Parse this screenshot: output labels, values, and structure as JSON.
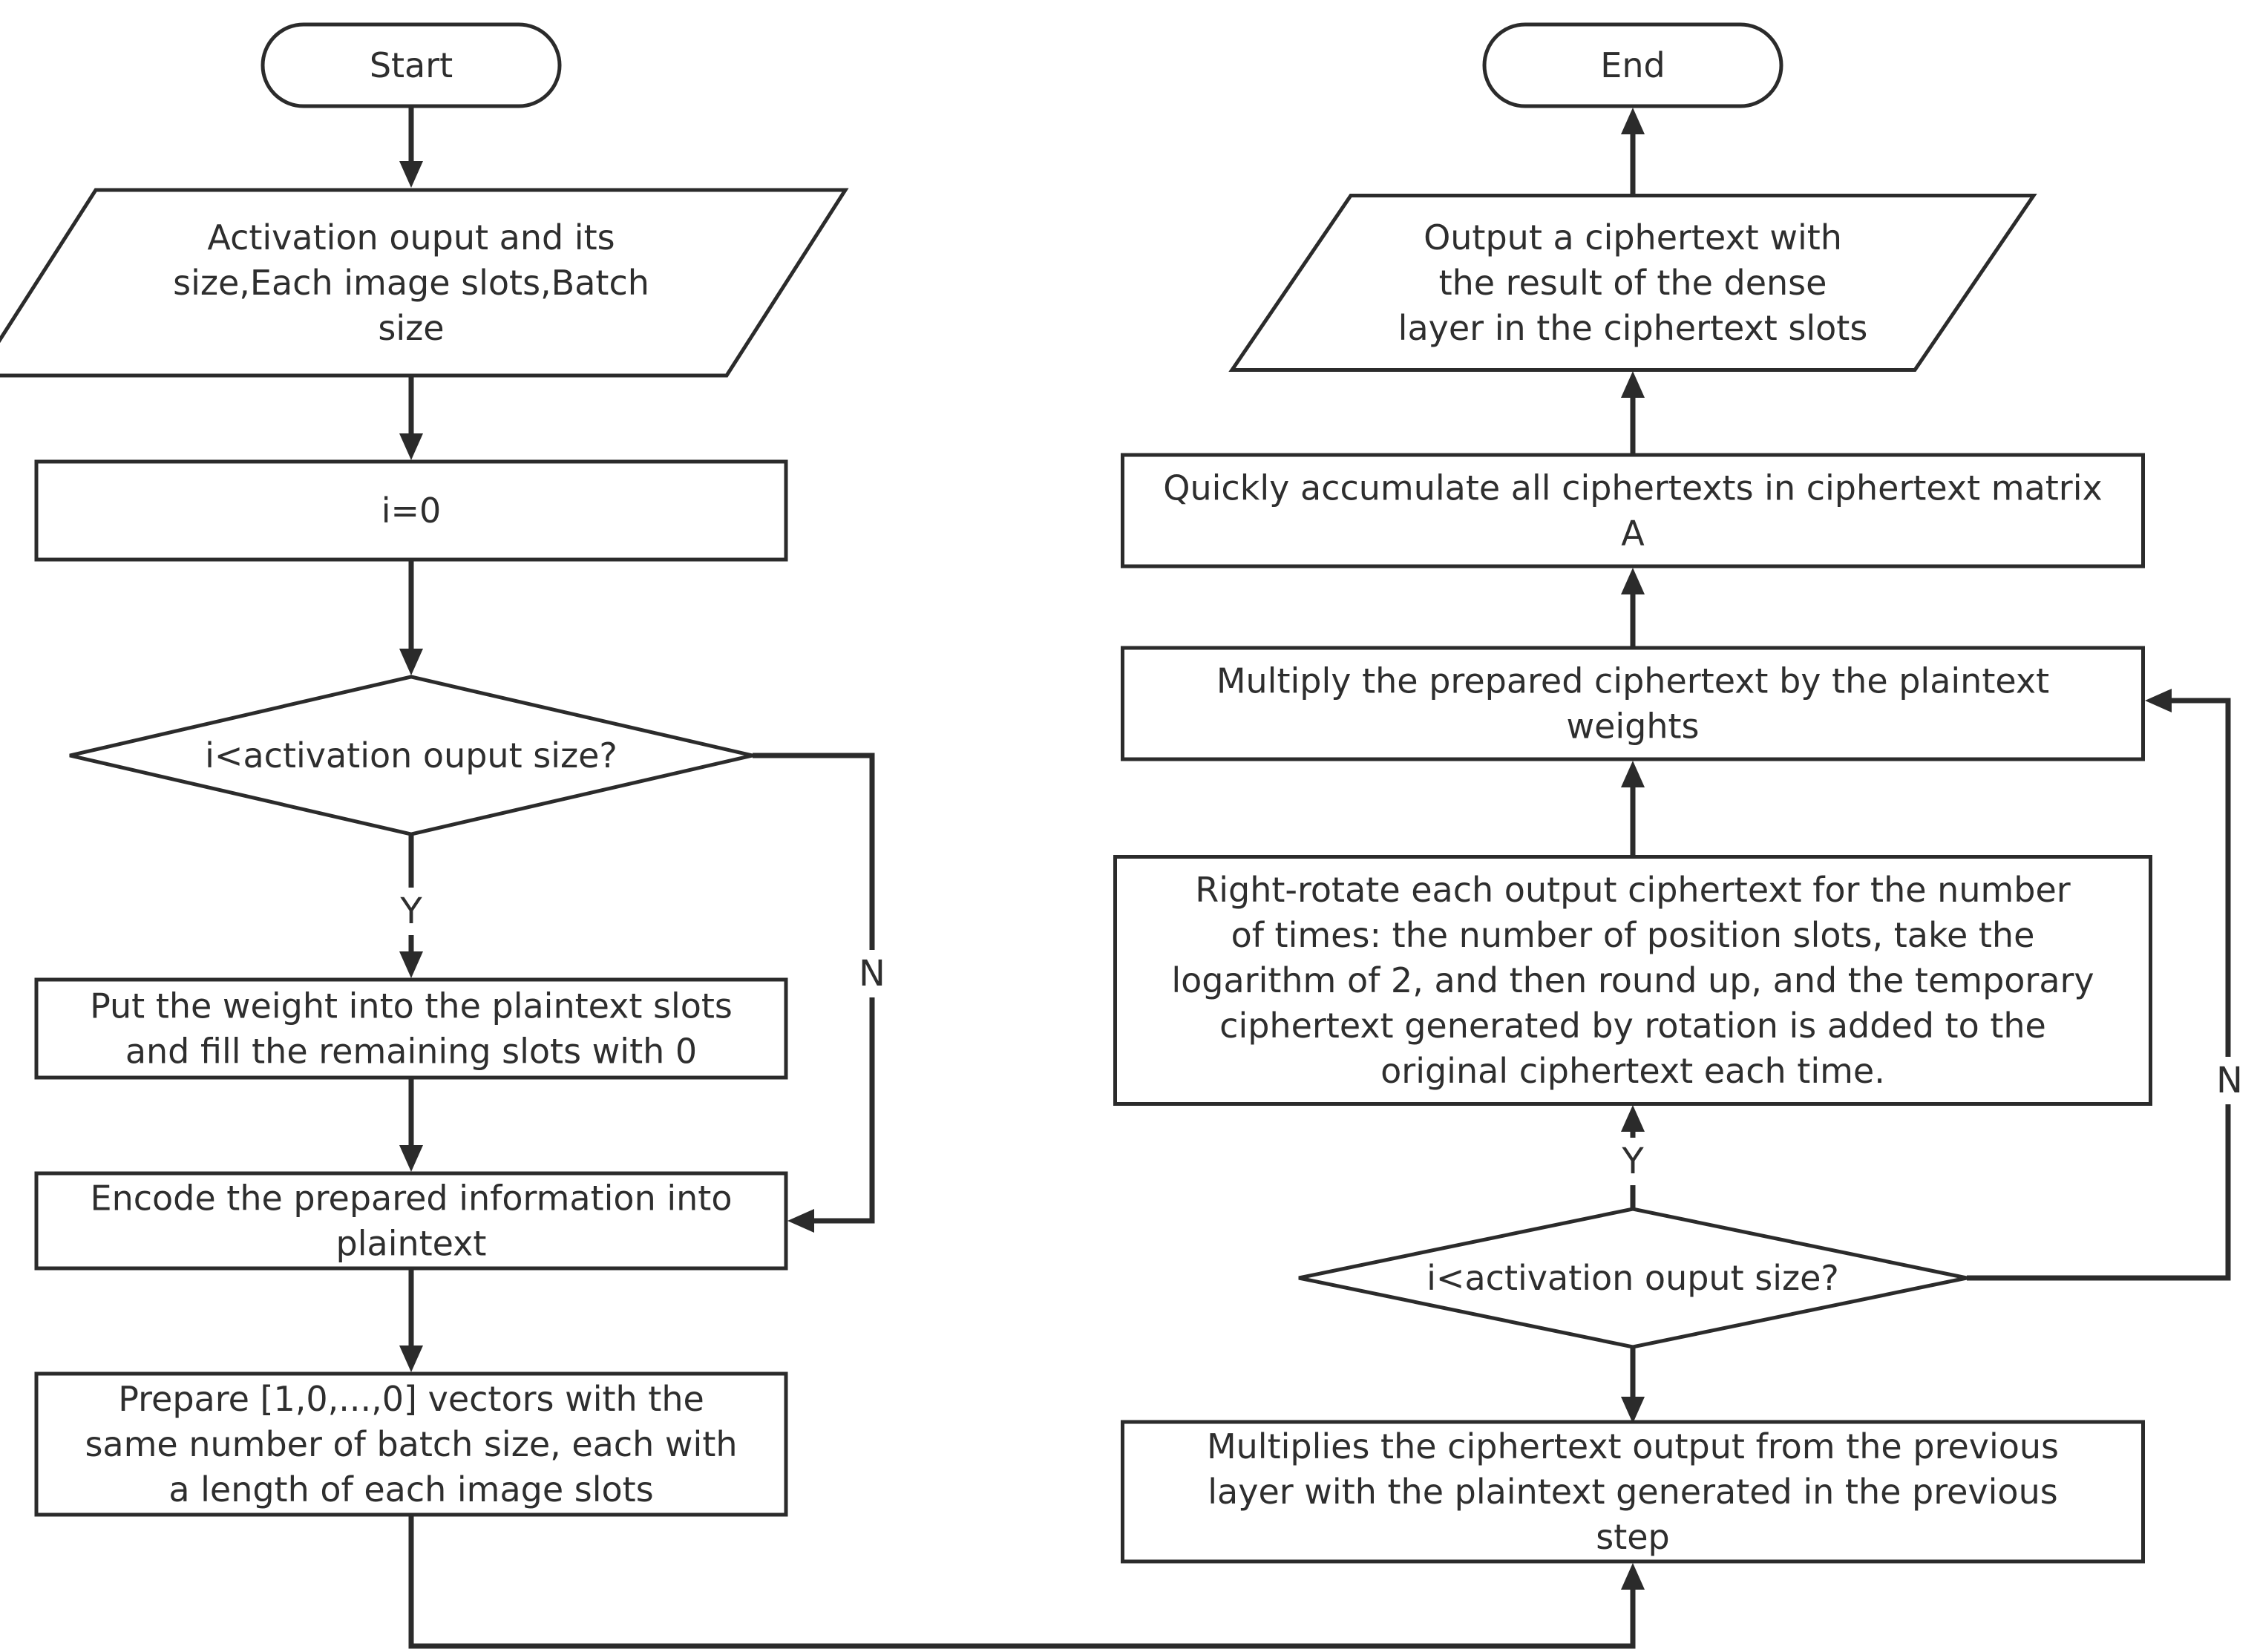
{
  "nodes": {
    "start": {
      "type": "terminator",
      "lines": [
        "Start"
      ]
    },
    "input": {
      "type": "data",
      "lines": [
        "Activation ouput and its",
        "size,Each image slots,Batch",
        "size"
      ]
    },
    "init": {
      "type": "process",
      "lines": [
        "i=0"
      ]
    },
    "cond1": {
      "type": "decision",
      "lines": [
        "i<activation ouput size?"
      ]
    },
    "put": {
      "type": "process",
      "lines": [
        "Put the weight into the plaintext slots",
        "and fill the remaining slots with 0"
      ]
    },
    "encode": {
      "type": "process",
      "lines": [
        "Encode the prepared information into",
        "plaintext"
      ]
    },
    "prepare": {
      "type": "process",
      "lines": [
        "Prepare [1,0,...,0] vectors with the",
        "same number of batch size, each with",
        "a length of each image slots"
      ]
    },
    "multiplies": {
      "type": "process",
      "lines": [
        "Multiplies the ciphertext output from the previous",
        "layer with the plaintext generated in the previous",
        "step"
      ]
    },
    "cond2": {
      "type": "decision",
      "lines": [
        "i<activation ouput size?"
      ]
    },
    "rotate": {
      "type": "process",
      "lines": [
        "Right-rotate each output ciphertext for the number",
        "of times: the number of position slots, take the",
        "logarithm of 2, and then round up, and the temporary",
        "ciphertext generated by rotation is added to the",
        "original ciphertext each time."
      ]
    },
    "multiply": {
      "type": "process",
      "lines": [
        "Multiply the prepared ciphertext by the plaintext",
        "weights"
      ]
    },
    "accumulate": {
      "type": "process",
      "lines": [
        "Quickly accumulate all ciphertexts in ciphertext matrix",
        "A"
      ]
    },
    "output": {
      "type": "data",
      "lines": [
        "Output a ciphertext with",
        "the result of the dense",
        "layer in the ciphertext slots"
      ]
    },
    "end": {
      "type": "terminator",
      "lines": [
        "End"
      ]
    }
  },
  "edges": [
    {
      "from": "start",
      "to": "input",
      "label": ""
    },
    {
      "from": "input",
      "to": "init",
      "label": ""
    },
    {
      "from": "init",
      "to": "cond1",
      "label": ""
    },
    {
      "from": "cond1",
      "to": "put",
      "label": "Y"
    },
    {
      "from": "cond1",
      "to": "encode",
      "label": "N"
    },
    {
      "from": "put",
      "to": "encode",
      "label": ""
    },
    {
      "from": "encode",
      "to": "prepare",
      "label": ""
    },
    {
      "from": "prepare",
      "to": "multiplies",
      "label": ""
    },
    {
      "from": "multiplies",
      "to": "cond2",
      "label": ""
    },
    {
      "from": "cond2",
      "to": "rotate",
      "label": "Y"
    },
    {
      "from": "cond2",
      "to": "multiply",
      "label": "N"
    },
    {
      "from": "rotate",
      "to": "multiply",
      "label": ""
    },
    {
      "from": "multiply",
      "to": "accumulate",
      "label": ""
    },
    {
      "from": "accumulate",
      "to": "output",
      "label": ""
    },
    {
      "from": "output",
      "to": "end",
      "label": ""
    }
  ]
}
